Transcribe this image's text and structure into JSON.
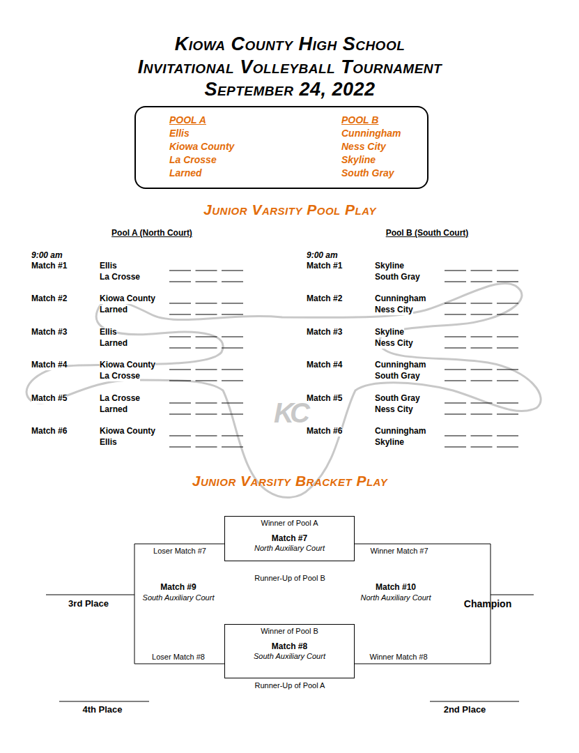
{
  "diagram": {
    "title": "Kiowa County High School",
    "nodes": [
      {
        "text": [
          "POOL A",
          "Ellis",
          "Kiowa County",
          "La Crosse",
          "Larned",
          "POOL B",
          "Cunningham",
          "Ness City",
          "Skyline",
          "South Gray"
        ]
      },
      {
        "text": [
          "Winner of Pool A",
          "Match #7",
          "North Auxiliary Court"
        ]
      },
      {
        "text": [
          "Winner of Pool B",
          "Match #8",
          "South Auxiliary Court"
        ]
      }
    ],
    "labels": [
      "Invitational Volleyball Tournament",
      "September 24, 2022",
      "Junior Varsity Pool Play",
      "Pool A (North Court)",
      "Pool B (South Court)",
      "9:00 am",
      "Match #1",
      "Ellis",
      "La Crosse",
      "Match #2",
      "Kiowa County",
      "Larned",
      "Match #3",
      "Ellis",
      "Larned",
      "Match #4",
      "Kiowa County",
      "La Crosse",
      "Match #5",
      "La Crosse",
      "Larned",
      "Match #6",
      "Kiowa County",
      "Ellis",
      "9:00 am",
      "Match #1",
      "Skyline",
      "South Gray",
      "Match #2",
      "Cunningham",
      "Ness City",
      "Match #3",
      "Skyline",
      "Ness City",
      "Match #4",
      "Cunningham",
      "South Gray",
      "Match #5",
      "South Gray",
      "Ness City",
      "Match #6",
      "Cunningham",
      "Skyline",
      "KC",
      "Junior Varsity Bracket Play",
      "Loser Match #7",
      "Winner Match #7",
      "Runner-Up of Pool B",
      "Match #9",
      "South Auxiliary Court",
      "Match #10",
      "North Auxiliary Court",
      "3rd Place",
      "Champion",
      "Loser Match #8",
      "Winner Match #8",
      "Runner-Up of Pool A",
      "4th Place",
      "2nd Place"
    ]
  }
}
